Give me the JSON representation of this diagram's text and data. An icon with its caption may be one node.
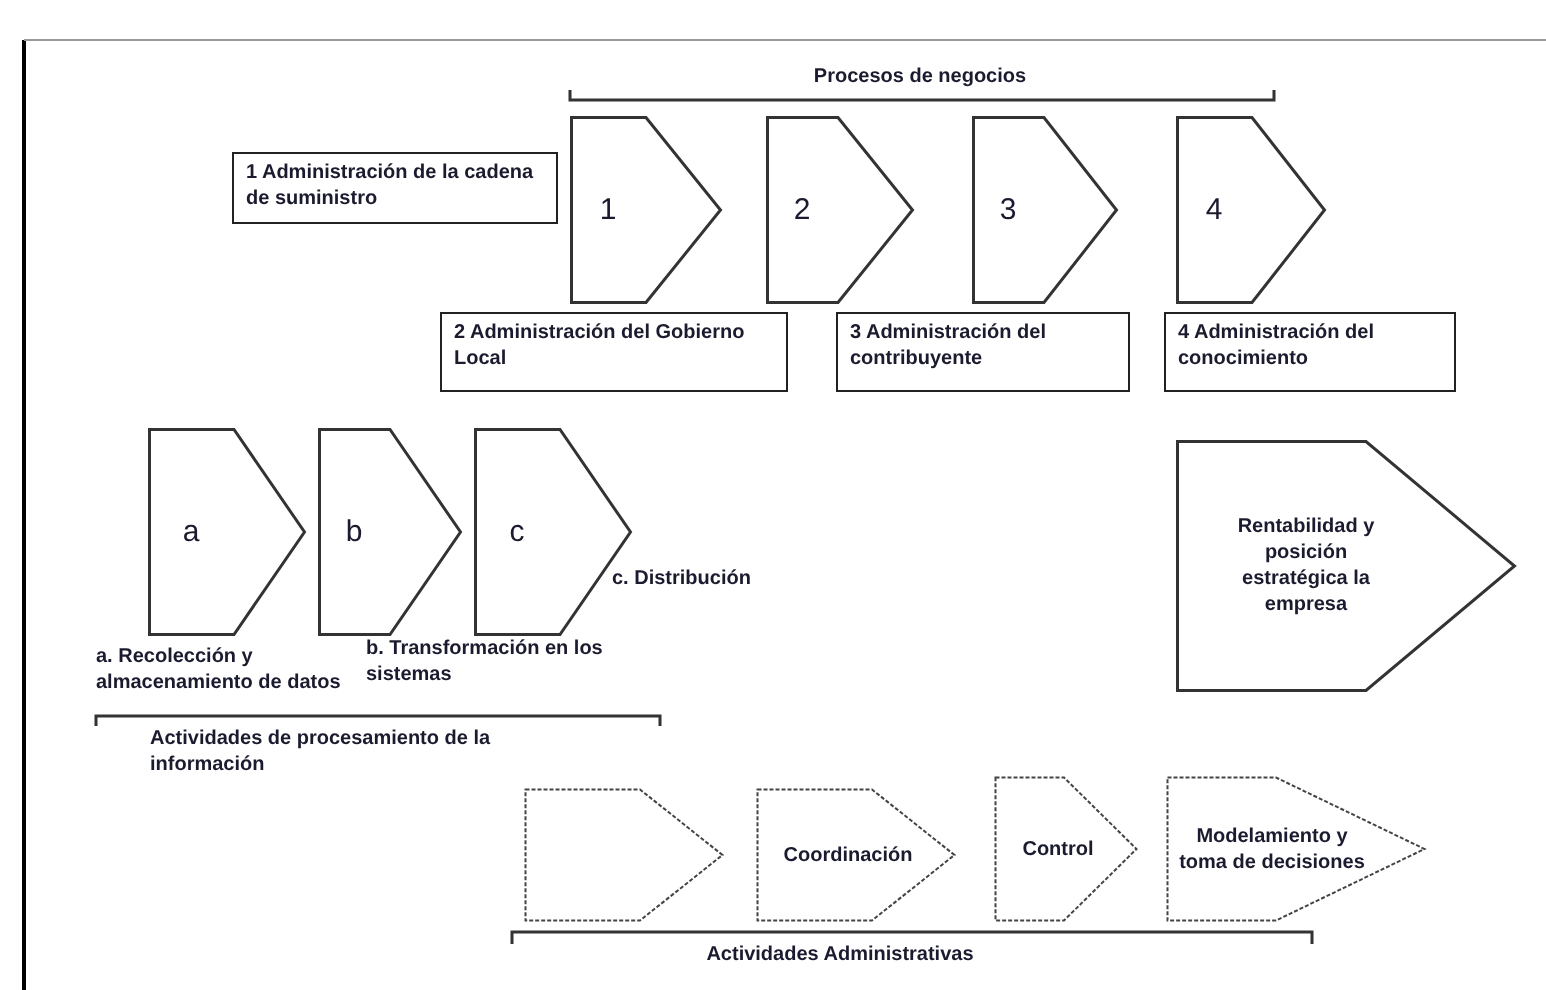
{
  "diagram": {
    "nodes": [
      {
        "text": [
          "1 Administración de la cadena de suministro"
        ]
      },
      {
        "text": [
          "1"
        ]
      },
      {
        "text": [
          "2"
        ]
      },
      {
        "text": [
          "3"
        ]
      },
      {
        "text": [
          "4"
        ]
      },
      {
        "text": [
          "2 Administración del Gobierno Local"
        ]
      },
      {
        "text": [
          "3 Administración del contribuyente"
        ]
      },
      {
        "text": [
          "4 Administración del conocimiento"
        ]
      },
      {
        "text": [
          "a"
        ]
      },
      {
        "text": [
          "b"
        ]
      },
      {
        "text": [
          "c"
        ]
      },
      {
        "text": [
          "Rentabilidad y posición estratégica la empresa"
        ]
      },
      {
        "text": [],
        "shape": "pentagon"
      },
      {
        "text": [
          "Coordinación"
        ]
      },
      {
        "text": [
          "Control"
        ]
      },
      {
        "text": [
          "Modelamiento y toma de decisiones"
        ]
      }
    ],
    "edges": [],
    "labels": [
      "Procesos de negocios",
      "c. Distribución",
      "a. Recolección y almacenamiento de datos",
      "b. Transformación en los sistemas",
      "Actividades de procesamiento de la información",
      "Actividades Administrativas"
    ]
  }
}
